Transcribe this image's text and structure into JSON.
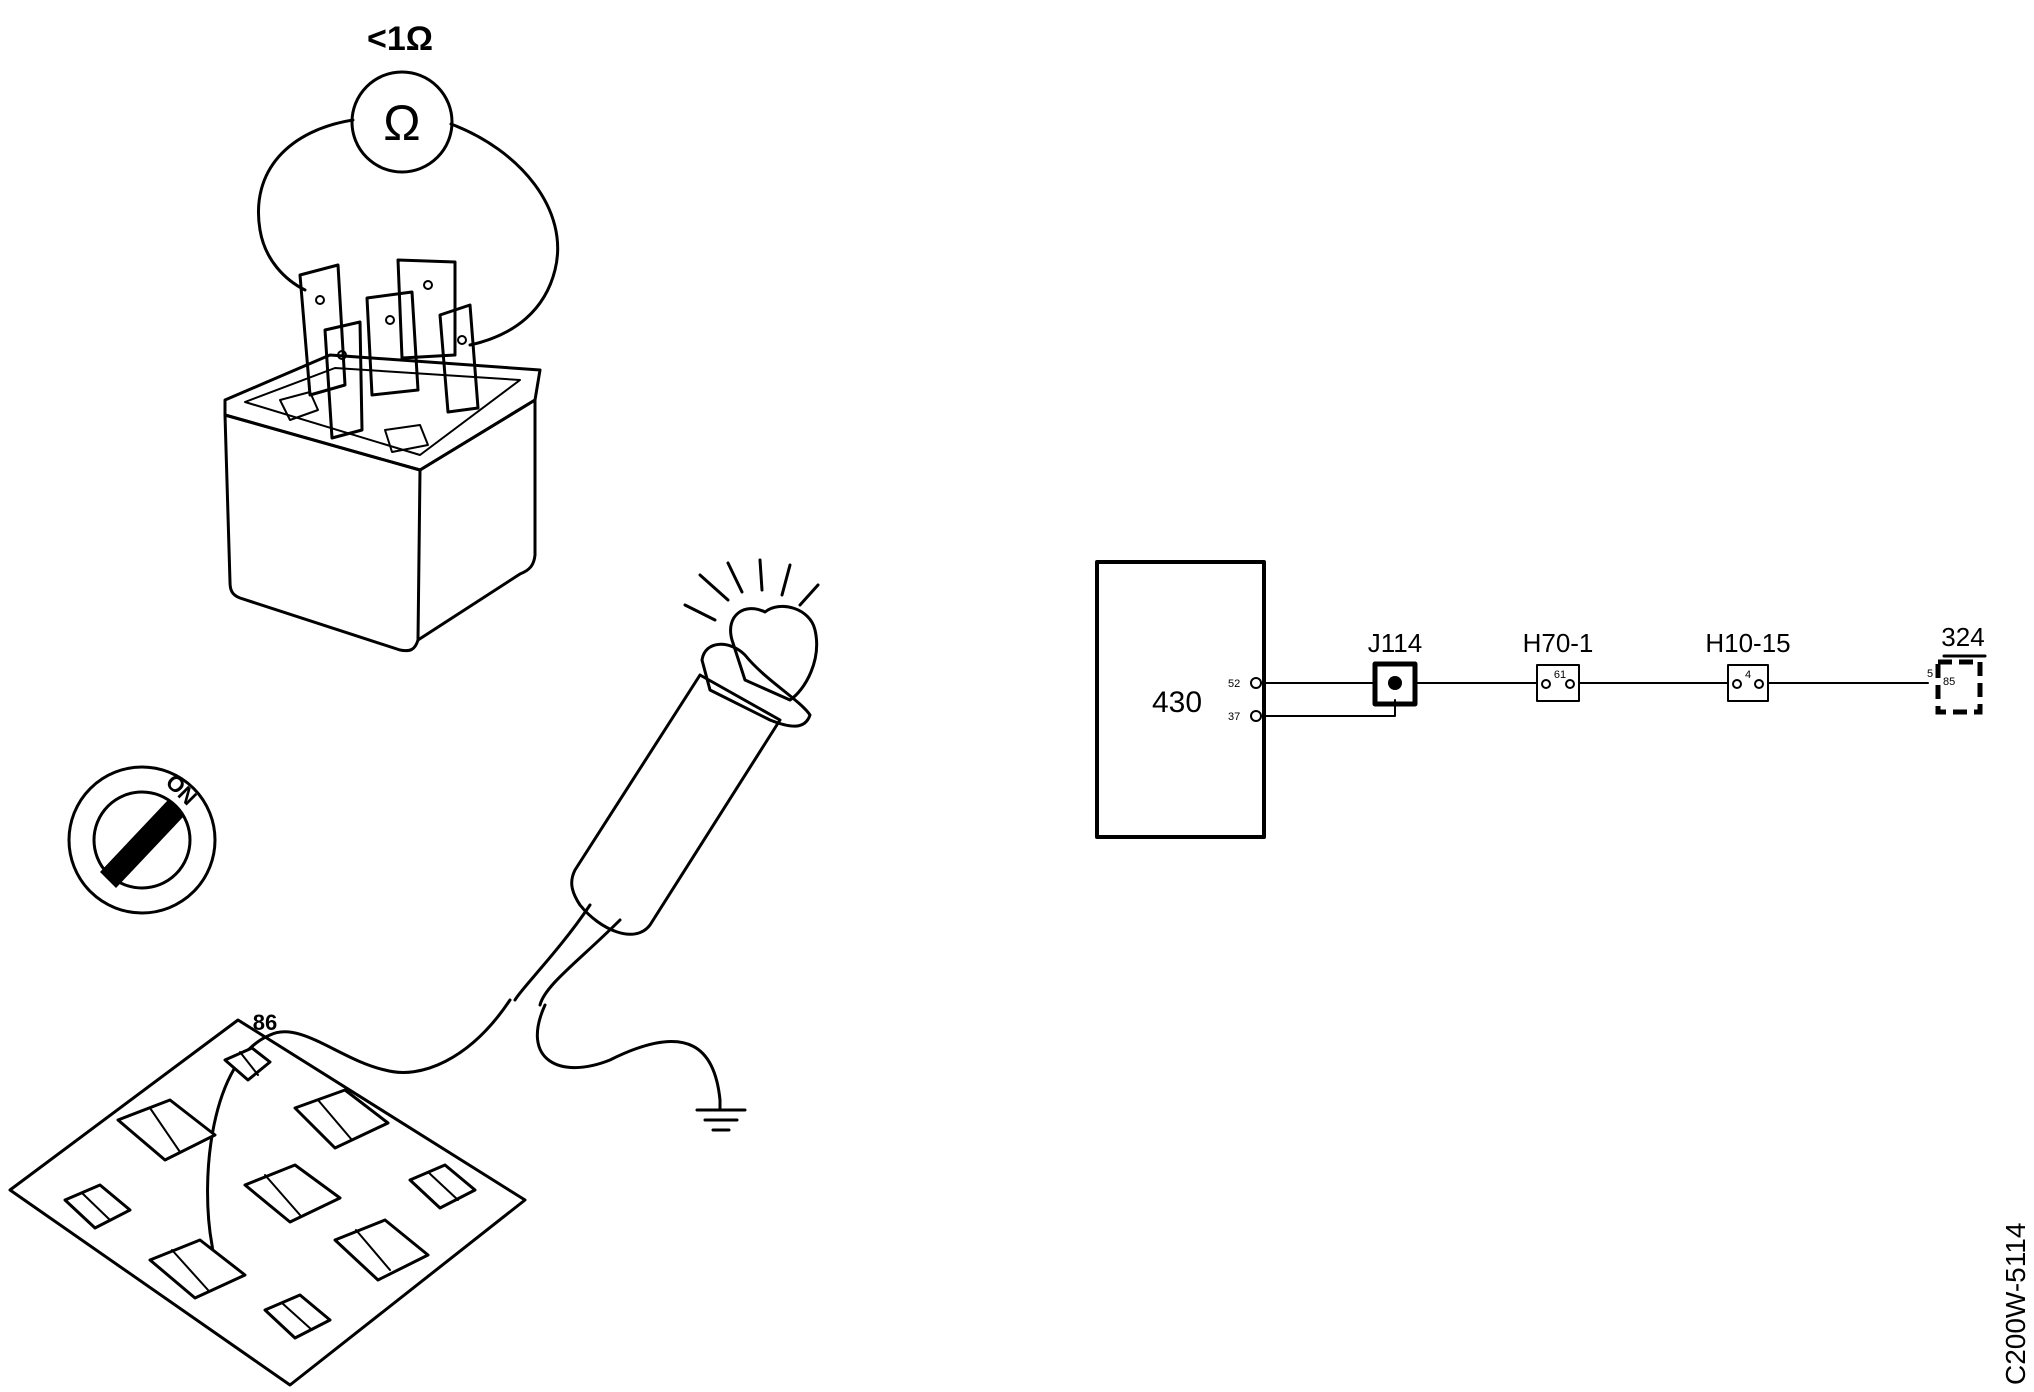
{
  "illustration": {
    "ohm_reading": "<1Ω",
    "ohm_symbol": "Ω",
    "ignition_position": "ON",
    "socket_terminal": "86"
  },
  "schematic": {
    "module_id": "430",
    "module_pin_top": "52",
    "module_pin_bottom": "37",
    "splice_id": "J114",
    "connector_1_id": "H70-1",
    "connector_1_pin": "61",
    "connector_2_id": "H10-15",
    "connector_2_pin": "4",
    "relay_id": "324",
    "relay_pin_outer": "5",
    "relay_pin_inner": "85"
  },
  "figure_code": "C200W-5114",
  "colors": {
    "ink": "#000000",
    "paper": "#ffffff"
  },
  "icons": [
    "ohmmeter-icon",
    "relay-icon",
    "test-lamp-icon",
    "ignition-key-icon",
    "fuse-box-socket-icon",
    "ground-icon"
  ]
}
